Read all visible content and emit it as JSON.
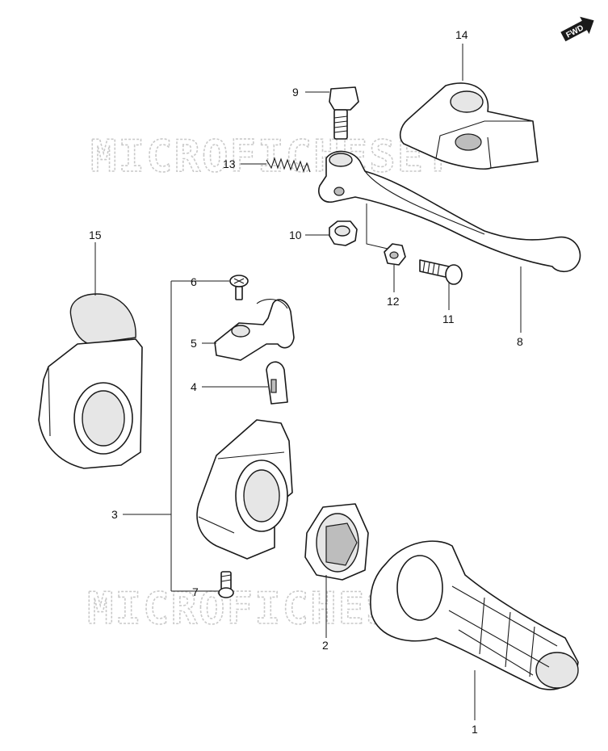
{
  "direction_badge": {
    "text": "FWD"
  },
  "watermark": {
    "text": "MICROFICHESET"
  },
  "callouts": {
    "c1": "1",
    "c2": "2",
    "c3": "3",
    "c4": "4",
    "c5": "5",
    "c6": "6",
    "c7": "7",
    "c8": "8",
    "c9": "9",
    "c10": "10",
    "c11": "11",
    "c12": "12",
    "c13": "13",
    "c14": "14",
    "c15": "15"
  },
  "colors": {
    "ink": "#1a1a1a",
    "watermark": "#c9c9c9",
    "background": "#ffffff"
  }
}
